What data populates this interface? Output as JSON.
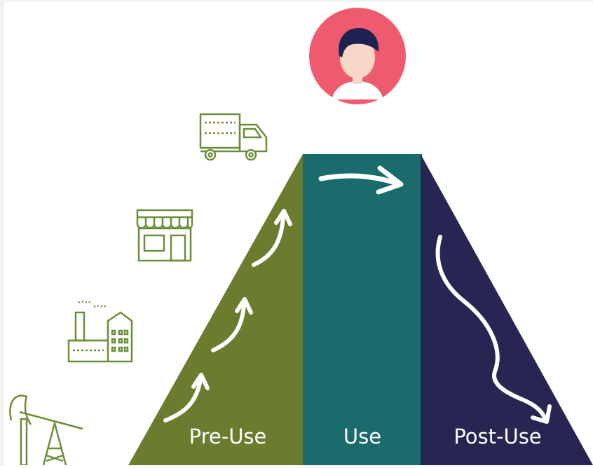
{
  "stages": {
    "pre_use": {
      "label": "Pre-Use",
      "color": "#6b7c2e"
    },
    "use": {
      "label": "Use",
      "color": "#1a6b6b"
    },
    "post_use": {
      "label": "Post-Use",
      "color": "#272653"
    }
  },
  "icons": [
    "oil-pump-icon",
    "factory-icon",
    "store-icon",
    "delivery-truck-icon",
    "person-avatar-icon"
  ],
  "colors": {
    "icon_green": "#6b8e3a",
    "avatar_bg": "#ee5b6f",
    "hair": "#1f2150",
    "skin": "#f6d7c8",
    "arrow": "#ffffff"
  }
}
